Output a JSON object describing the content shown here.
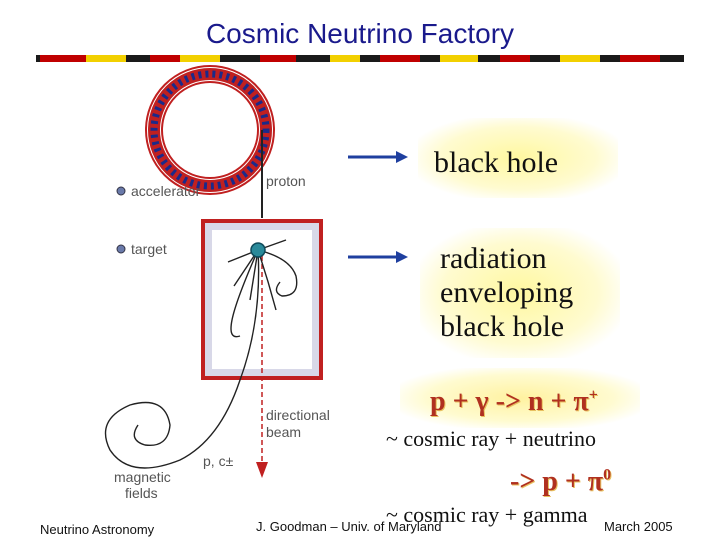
{
  "title": "Cosmic Neutrino Factory",
  "figure": {
    "accelerator_label": "accelerator",
    "target_label": "target",
    "proton_label": "proton",
    "directional_beam_label": [
      "directional",
      "beam"
    ],
    "p_c_label": "p, c±",
    "magnetic_fields_label": [
      "magnetic",
      "fields"
    ]
  },
  "annotations": {
    "black_hole": "black hole",
    "radiation": [
      "radiation",
      "enveloping",
      "black hole"
    ]
  },
  "equations": {
    "eq1_main": "p + γ -> n + π",
    "eq1_sup": "+",
    "eq1_sub": "~ cosmic ray + neutrino",
    "eq2_main": "-> p + π",
    "eq2_sup": "0",
    "eq2_sub": "~ cosmic ray + gamma"
  },
  "footer": {
    "left": "Neutrino Astronomy",
    "center": "J. Goodman – Univ. of Maryland",
    "right": "March 2005"
  },
  "colors": {
    "title": "#1a1a8c",
    "arrow": "#1f3f9f",
    "stripe_red": "#c00000",
    "stripe_yellow": "#f2d000",
    "ring": "#c02020",
    "target_box": "#c02020"
  }
}
